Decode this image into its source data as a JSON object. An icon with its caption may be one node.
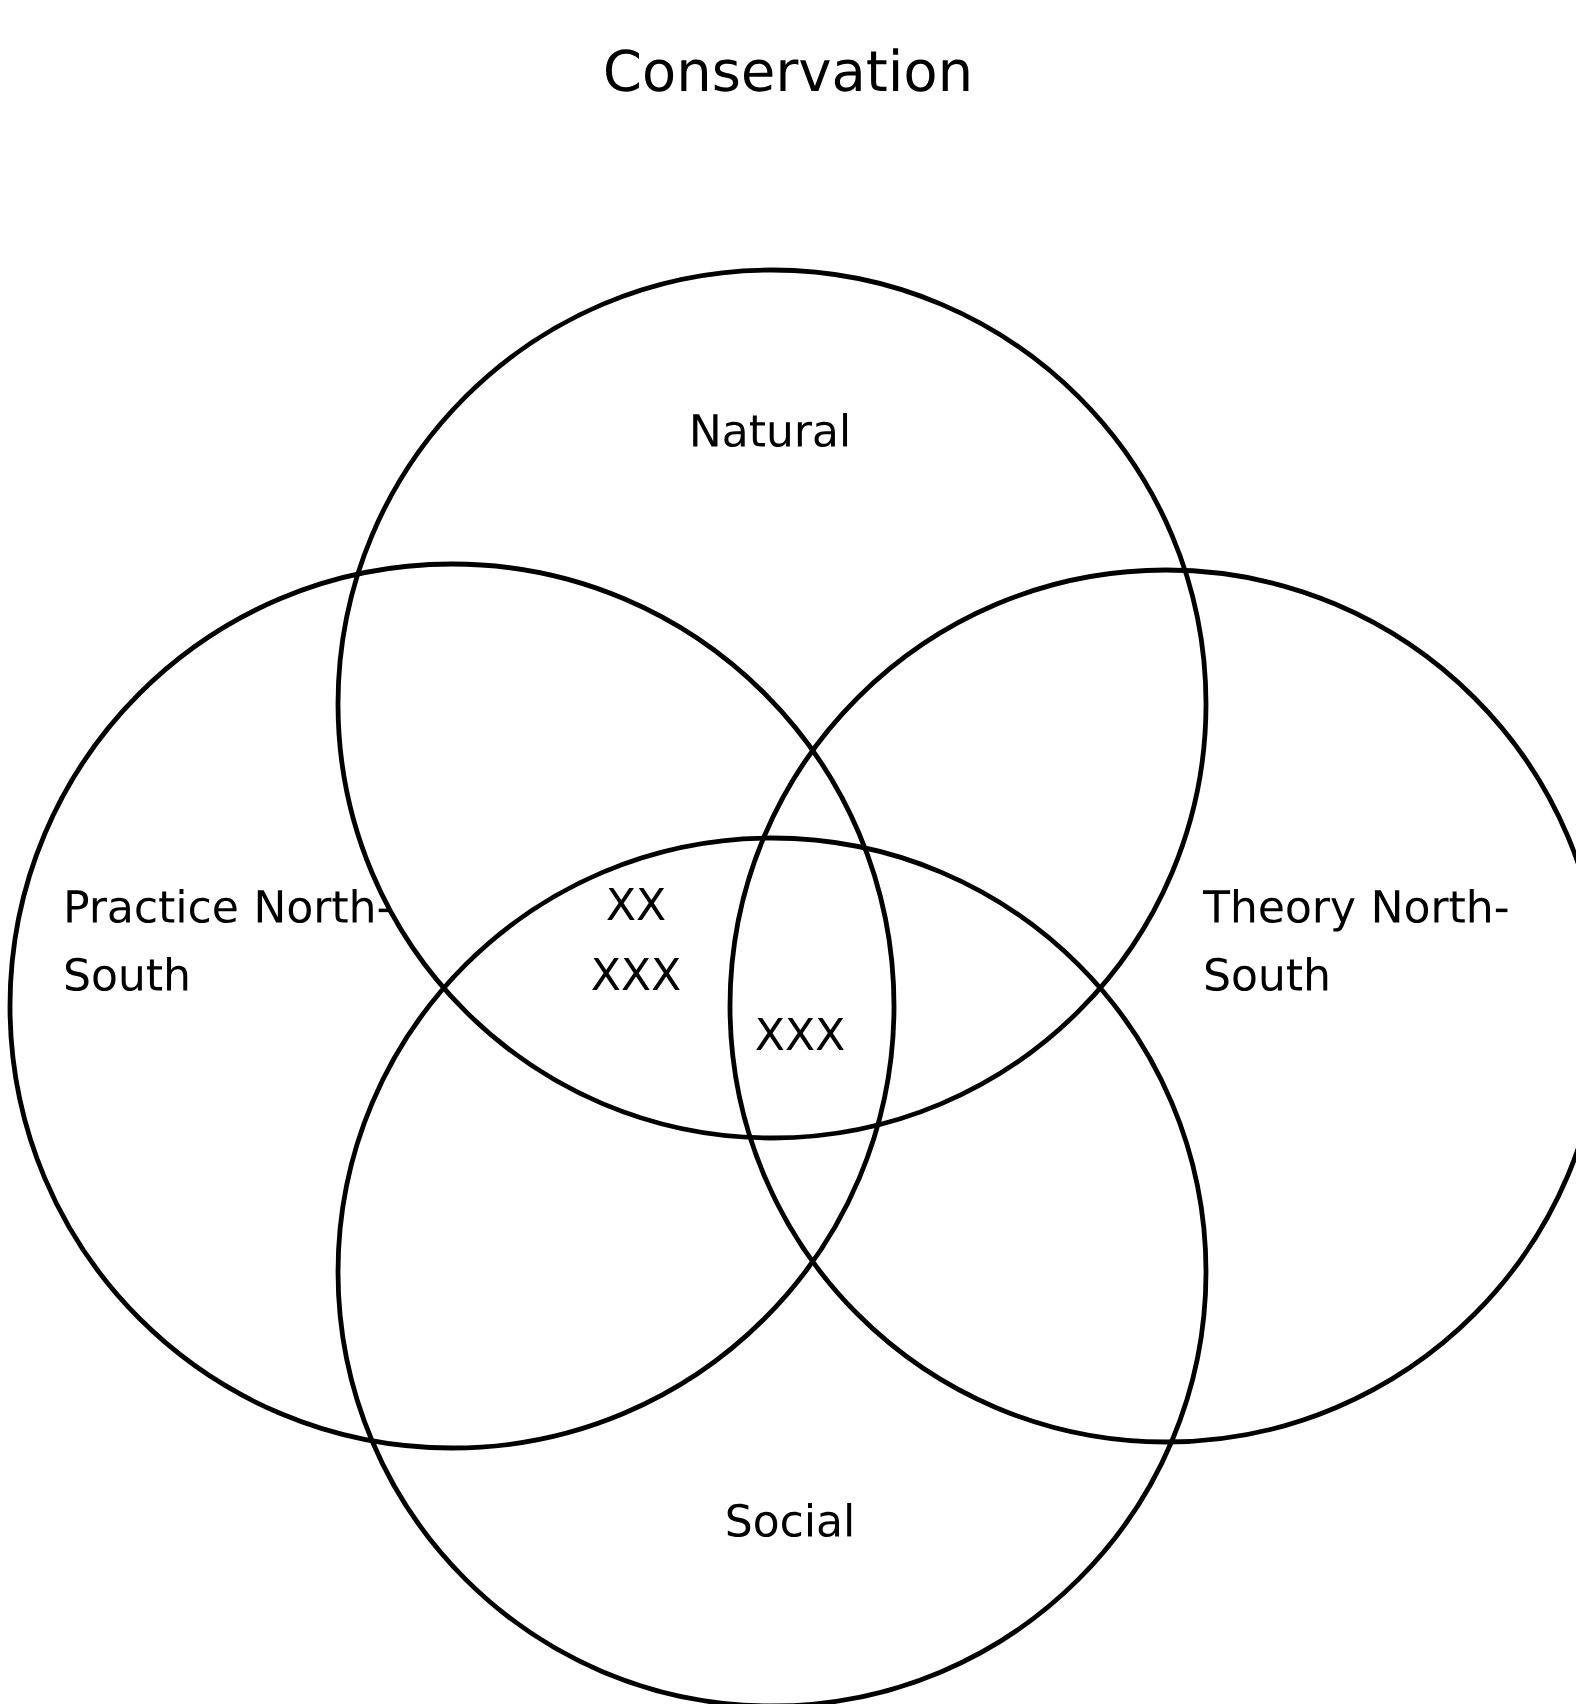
{
  "diagram": {
    "title": "Conservation",
    "nodes": [
      {
        "text": [
          "Natural"
        ]
      },
      {
        "text": [
          "Practice North-South"
        ]
      },
      {
        "text": [
          "Theory North-South"
        ]
      },
      {
        "text": [
          "Social"
        ]
      }
    ],
    "labels": [
      "XX",
      "XXX",
      "XXX"
    ]
  }
}
